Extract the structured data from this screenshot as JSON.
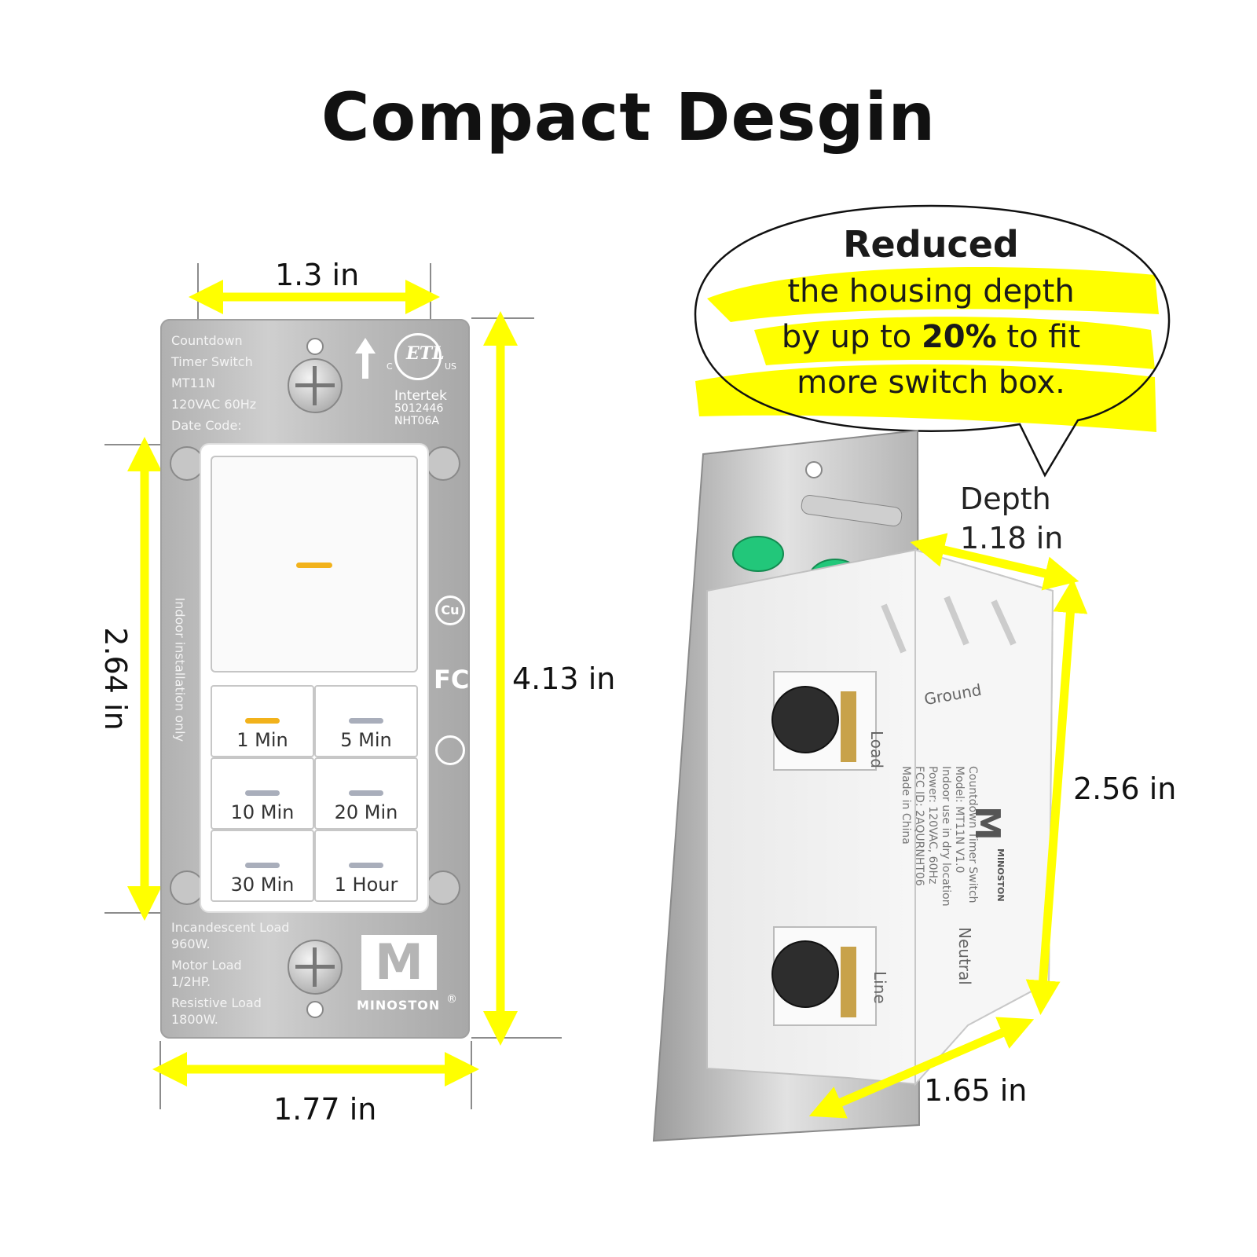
{
  "title": "Compact Desgin",
  "dimensions": {
    "top_width": "1.3 in",
    "left_height": "2.64 in",
    "right_height": "4.13 in",
    "bottom_width": "1.77 in",
    "depth_label": "Depth",
    "depth_value": "1.18 in",
    "side_height": "2.56 in",
    "side_width": "1.65 in"
  },
  "bubble": {
    "heading": "Reduced",
    "line1": "the housing depth",
    "line2_prefix": "by up to ",
    "line2_bold": "20%",
    "line2_suffix": " to fit",
    "line3": "more switch box."
  },
  "plate": {
    "info_lines": [
      "Countdown",
      "Timer Switch",
      "MT11N",
      "120VAC 60Hz",
      "Date Code:"
    ],
    "cert_name": "Intertek",
    "cert_lines": [
      "5012446",
      "NHT06A"
    ],
    "cert_c": "C",
    "cert_us": "US",
    "vertical_note": "Indoor installation only",
    "load_lines": [
      "Incandescent Load",
      "960W.",
      "Motor Load",
      "1/2HP.",
      "Resistive Load",
      "1800W."
    ],
    "brand_letter": "M",
    "brand_name": "MINOSTON",
    "cu_mark": "Cu",
    "fc_mark": "FC",
    "registered": "®"
  },
  "buttons": [
    {
      "label": "1 Min",
      "active": true
    },
    {
      "label": "5 Min",
      "active": false
    },
    {
      "label": "10 Min",
      "active": false
    },
    {
      "label": "20 Min",
      "active": false
    },
    {
      "label": "30 Min",
      "active": false
    },
    {
      "label": "1 Hour",
      "active": false
    }
  ],
  "side_view": {
    "ground_label": "Ground",
    "load_label": "Load",
    "line_label": "Line",
    "neutral_label": "Neutral",
    "spec_lines": [
      "Countdown Timer Switch",
      "Model: MT11N V1.0",
      "Indoor use in dry location",
      "Power: 120VAC, 60Hz",
      "FCC ID: 2AQURNHT06",
      "Made in China"
    ],
    "brand_letter": "M",
    "brand_name": "MINOSTON"
  },
  "colors": {
    "arrow": "#ffff00",
    "plate": "#b9b9b9",
    "indicator_on": "#f2b21b",
    "indicator_off": "#a9aebb",
    "screw_green": "#22c77a"
  }
}
